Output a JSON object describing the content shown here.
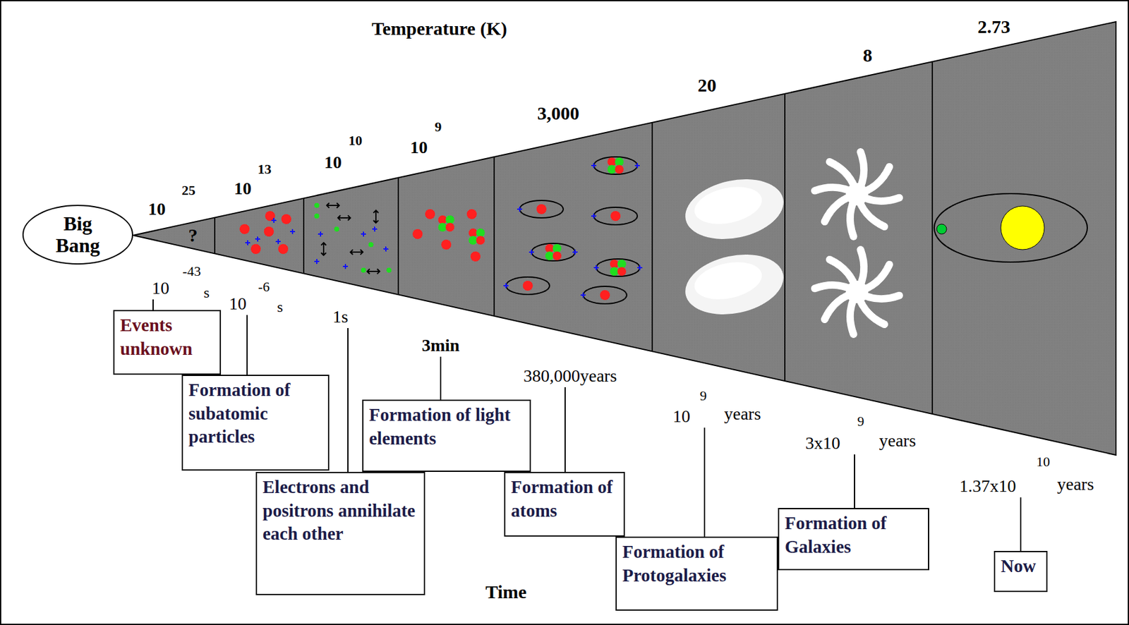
{
  "diagram": {
    "nodes": [
      {
        "text": [
          "Big Bang"
        ]
      },
      {
        "text": [
          "Events unknown"
        ]
      },
      {
        "text": [
          "Formation of subatomic particles"
        ]
      },
      {
        "text": [
          "Electrons and positrons annihilate each other"
        ]
      },
      {
        "text": [
          "Formation of light elements"
        ]
      },
      {
        "text": [
          "Formation of atoms"
        ]
      },
      {
        "text": [
          "Formation of Protogalaxies"
        ]
      },
      {
        "text": [
          "Formation of Galaxies"
        ]
      },
      {
        "text": [
          "Now"
        ]
      }
    ],
    "labels": [
      "Temperature (K)",
      "10",
      "25",
      "10",
      "13",
      "10",
      "10",
      "10",
      "9",
      "3,000",
      "20",
      "8",
      "2.73",
      "?",
      "10",
      "-43",
      "s",
      "10",
      "-6",
      "s",
      "1s",
      "3min",
      "380,000years",
      "10",
      "9",
      "years",
      "3x10",
      "9",
      "years",
      "10",
      "1.37x10",
      "years",
      "Time"
    ]
  }
}
